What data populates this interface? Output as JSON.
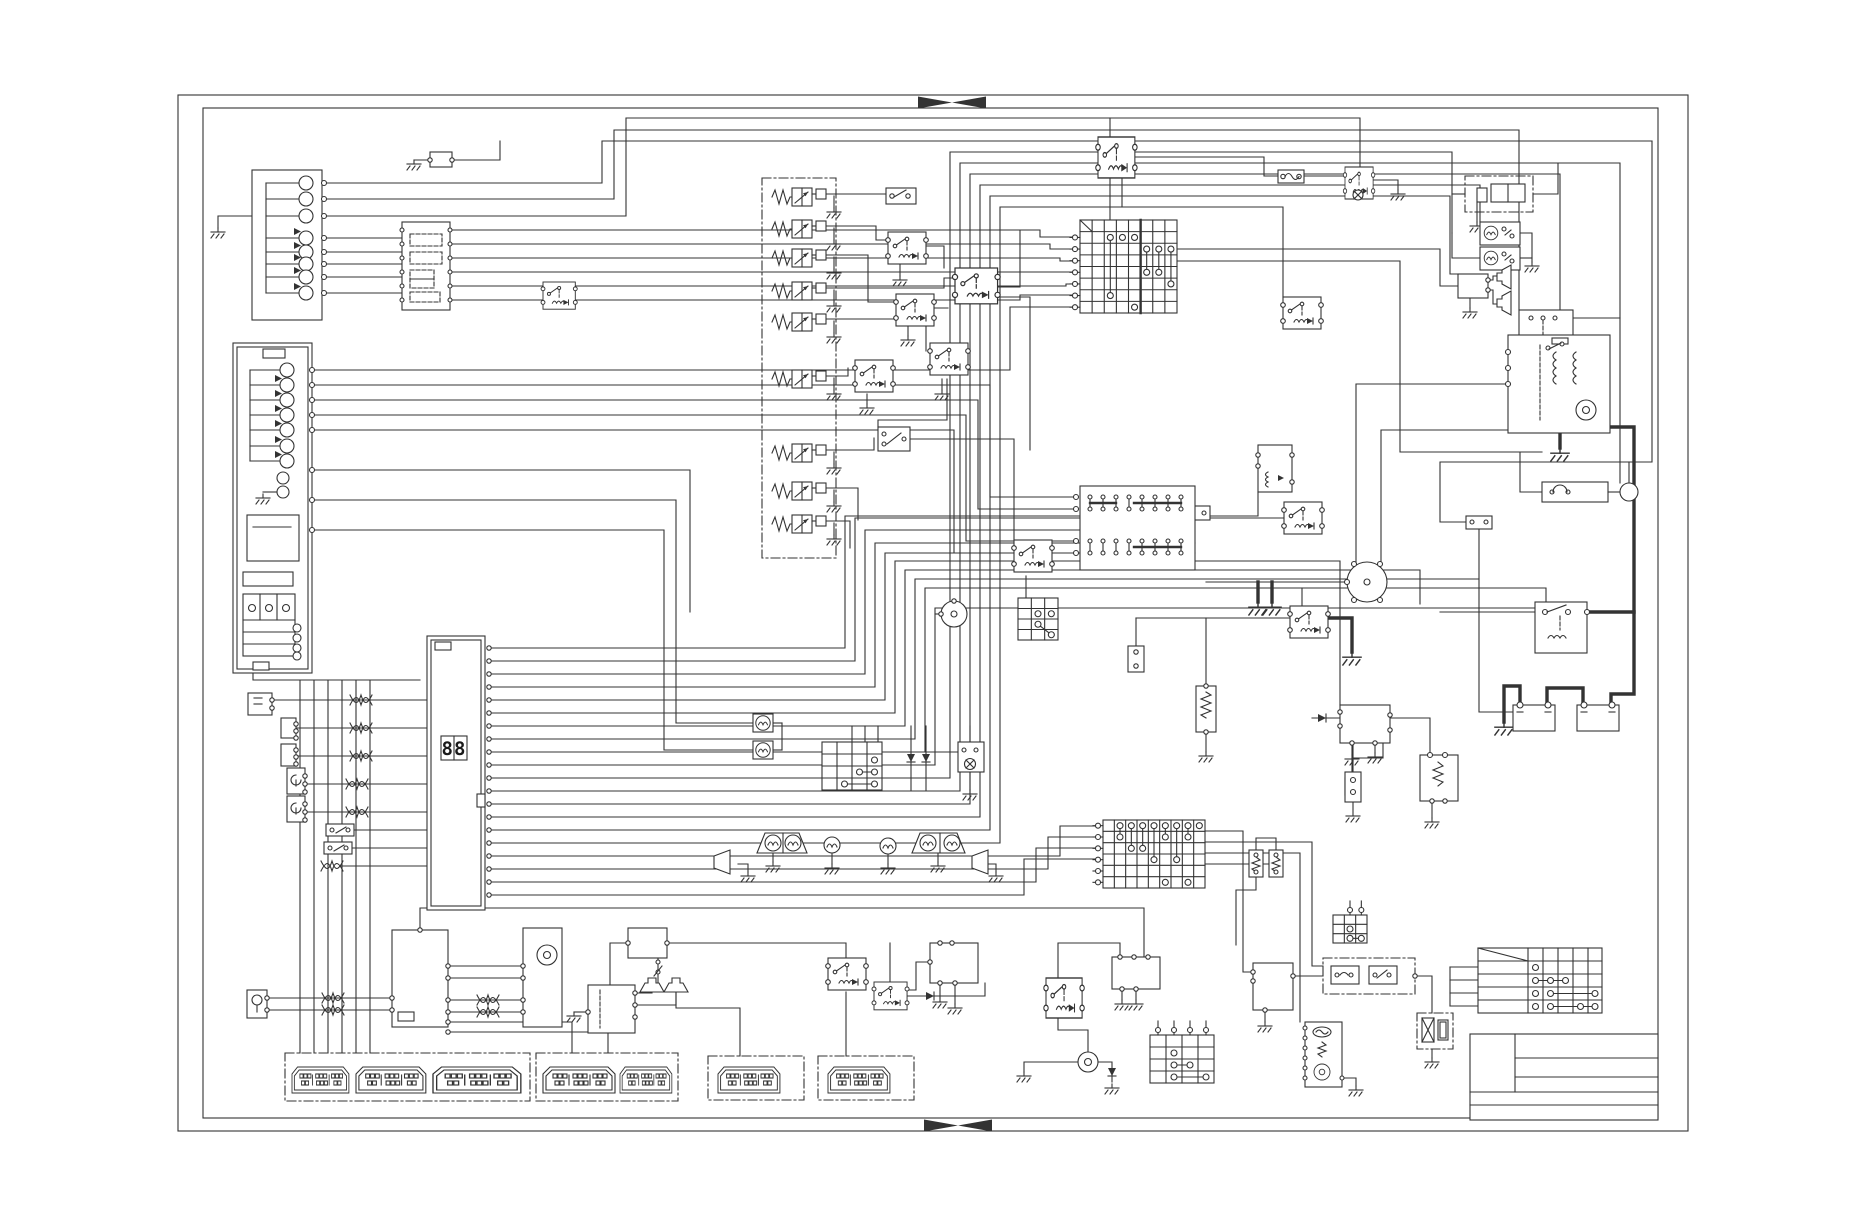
{
  "meta": {
    "type": "electrical-wiring-schematic",
    "description": "Machine electrical circuit diagram: black line art on a white sheet with double border frame and bold fold marks top and bottom"
  },
  "display": {
    "monitor_value": "88"
  },
  "colors": {
    "line": "#333333",
    "paper": "#ffffff"
  },
  "components": {
    "left": [
      "fuse-box",
      "relay-fuse-panel",
      "sensor-connectors",
      "monitor-panel-with-display"
    ],
    "center": [
      "controller-dashed-box",
      "solenoid-valve-bank",
      "relay-cluster",
      "harness-junction-connector",
      "lamp-clusters",
      "switch-matrix-tables"
    ],
    "right": [
      "flasher-unit",
      "lamp-switch-units",
      "horn-pair",
      "voltage-regulator",
      "starter-motor-assembly",
      "alternator",
      "starter-relay",
      "battery-pair",
      "fusible-links",
      "horn-button"
    ],
    "bottom": [
      "antenna",
      "radio",
      "speaker-unit",
      "rear-speaker-cluster",
      "power-unit",
      "wiper-motor",
      "fuel-gauge-unit",
      "resistor-unit",
      "harness-connectors-row",
      "switch-position-table",
      "title-block"
    ]
  }
}
